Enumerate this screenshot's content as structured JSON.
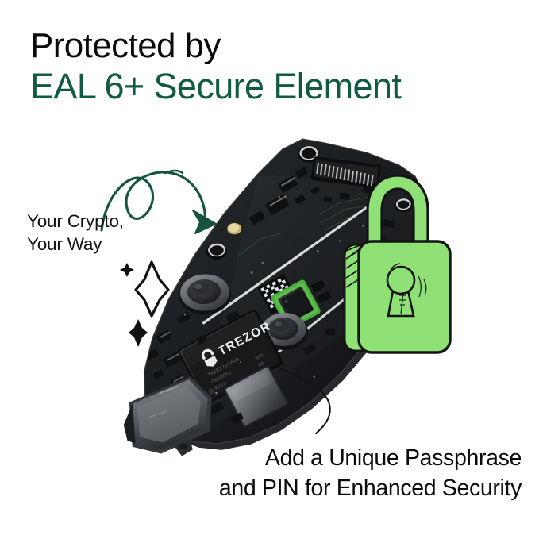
{
  "meta": {
    "background_color": "#ffffff",
    "brand": "Trezor"
  },
  "headline": {
    "line1": "Protected by",
    "line2": "EAL 6+ Secure Element",
    "line1_color": "#0b0b0b",
    "line2_color": "#115c41"
  },
  "annotation": {
    "line1": "Your Crypto,",
    "line2": "Your Way",
    "color": "#121212",
    "arrow_color": "#16553c"
  },
  "caption": {
    "line1": "Add a Unique Passphrase",
    "line2": "and PIN for Enhanced Security",
    "color": "#0b0b0b"
  },
  "padlock": {
    "fill_color": "#8fe075",
    "outline_color": "#141414",
    "label": "padlock illustration"
  },
  "device": {
    "name": "Trezor Safe hardware wallet circuit board",
    "chip_label": "TREZOR",
    "chip_part_line1": "TREZOR",
    "board_color": "#1b1d1f",
    "secure_element_highlight": "#4fb742",
    "connector": "USB-C"
  },
  "decorations": {
    "sparkle_large": "sparkle-star",
    "sparkle_small": "sparkle-star-small",
    "sparkle_plus": "sparkle-plus",
    "motion_lines": "motion-lines"
  }
}
